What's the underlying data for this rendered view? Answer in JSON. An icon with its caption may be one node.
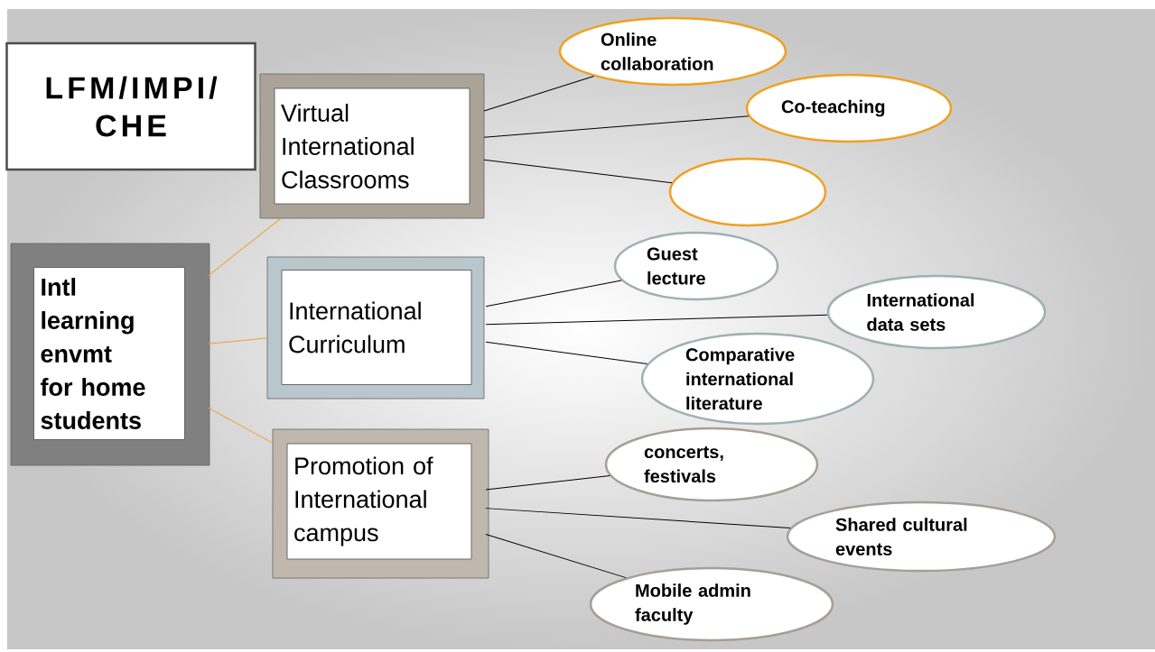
{
  "diagram": {
    "nodes": [
      {
        "text": [
          "LFM/IMPI/ CHE"
        ]
      },
      {
        "text": [
          "Intl learning envmt for home students"
        ]
      },
      {
        "text": [
          "Virtual International Classrooms"
        ]
      },
      {
        "text": [
          "International Curriculum"
        ]
      },
      {
        "text": [
          "Promotion of International campus"
        ]
      },
      {
        "text": [
          "Online collaboration"
        ]
      },
      {
        "text": [
          "Co-teaching"
        ]
      },
      {
        "text": [],
        "shape": "ellipse"
      },
      {
        "text": [
          "Guest lecture"
        ]
      },
      {
        "text": [
          "International data sets"
        ]
      },
      {
        "text": [
          "Comparative international literature"
        ]
      },
      {
        "text": [
          "concerts, festivals"
        ]
      },
      {
        "text": [
          "Shared cultural events"
        ]
      },
      {
        "text": [
          "Mobile admin faculty"
        ]
      }
    ],
    "edges": [
      {
        "from": 1,
        "to": 2,
        "arrow": "none",
        "color": "#f0a030"
      },
      {
        "from": 1,
        "to": 3,
        "arrow": "none",
        "color": "#f0a030"
      },
      {
        "from": 1,
        "to": 4,
        "arrow": "none",
        "color": "#f0a030"
      },
      {
        "from": 2,
        "to": 5,
        "arrow": "none"
      },
      {
        "from": 2,
        "to": 6,
        "arrow": "none"
      },
      {
        "from": 2,
        "to": 7,
        "arrow": "none"
      },
      {
        "from": 3,
        "to": 8,
        "arrow": "none"
      },
      {
        "from": 3,
        "to": 9,
        "arrow": "none"
      },
      {
        "from": 3,
        "to": 10,
        "arrow": "none"
      },
      {
        "from": 4,
        "to": 11,
        "arrow": "none"
      },
      {
        "from": 4,
        "to": 12,
        "arrow": "none"
      },
      {
        "from": 4,
        "to": 13,
        "arrow": "none"
      }
    ]
  }
}
